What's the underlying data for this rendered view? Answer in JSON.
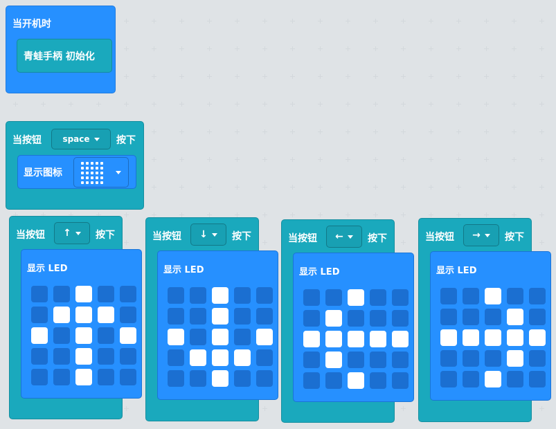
{
  "start_block": {
    "label": "当开机时",
    "init_block": {
      "label": "青蛙手柄 初始化"
    }
  },
  "space_block": {
    "prefix": "当按钮",
    "key": "space",
    "suffix": "按下",
    "show_icon": {
      "label": "显示图标",
      "icon_name": "full-grid-icon"
    }
  },
  "arrow_blocks": [
    {
      "prefix": "当按钮",
      "key": "↑",
      "suffix": "按下",
      "show_label": "显示 LED",
      "grid": [
        [
          0,
          0,
          1,
          0,
          0
        ],
        [
          0,
          1,
          1,
          1,
          0
        ],
        [
          1,
          0,
          1,
          0,
          1
        ],
        [
          0,
          0,
          1,
          0,
          0
        ],
        [
          0,
          0,
          1,
          0,
          0
        ]
      ]
    },
    {
      "prefix": "当按钮",
      "key": "↓",
      "suffix": "按下",
      "show_label": "显示 LED",
      "grid": [
        [
          0,
          0,
          1,
          0,
          0
        ],
        [
          0,
          0,
          1,
          0,
          0
        ],
        [
          1,
          0,
          1,
          0,
          1
        ],
        [
          0,
          1,
          1,
          1,
          0
        ],
        [
          0,
          0,
          1,
          0,
          0
        ]
      ]
    },
    {
      "prefix": "当按钮",
      "key": "←",
      "suffix": "按下",
      "show_label": "显示 LED",
      "grid": [
        [
          0,
          0,
          1,
          0,
          0
        ],
        [
          0,
          1,
          0,
          0,
          0
        ],
        [
          1,
          1,
          1,
          1,
          1
        ],
        [
          0,
          1,
          0,
          0,
          0
        ],
        [
          0,
          0,
          1,
          0,
          0
        ]
      ]
    },
    {
      "prefix": "当按钮",
      "key": "→",
      "suffix": "按下",
      "show_label": "显示 LED",
      "grid": [
        [
          0,
          0,
          1,
          0,
          0
        ],
        [
          0,
          0,
          0,
          1,
          0
        ],
        [
          1,
          1,
          1,
          1,
          1
        ],
        [
          0,
          0,
          0,
          1,
          0
        ],
        [
          0,
          0,
          1,
          0,
          0
        ]
      ]
    }
  ],
  "colors": {
    "workspace": "#eceff1",
    "event_blue": "#2690ff",
    "event_teal": "#1aa9bd",
    "led_off": "#1b6fd1",
    "led_on": "#ffffff"
  }
}
